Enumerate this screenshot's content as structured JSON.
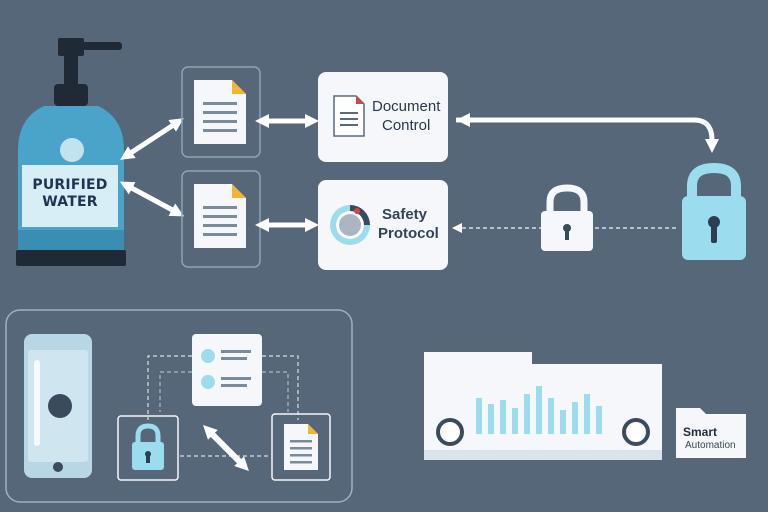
{
  "bottle": {
    "label_line1": "PURIFIED",
    "label_line2": "WATER"
  },
  "boxes": {
    "document_control": {
      "line1": "Document",
      "line2": "Control"
    },
    "safety_protocol": {
      "line1": "Safety",
      "line2": "Protocol"
    }
  },
  "smart_automation": {
    "line1": "Smart",
    "line2": "Automation"
  },
  "colors": {
    "background": "#56677a",
    "panel": "#f5f7fa",
    "accent_blue": "#9cdcef",
    "bottle_blue": "#4aa3c8",
    "document_fold": "#f1b531",
    "arrow": "#ffffff"
  },
  "icons": [
    "pump-bottle-icon",
    "document-icon",
    "padlock-icon",
    "smartphone-icon",
    "machine-icon",
    "folder-icon",
    "target-icon"
  ]
}
